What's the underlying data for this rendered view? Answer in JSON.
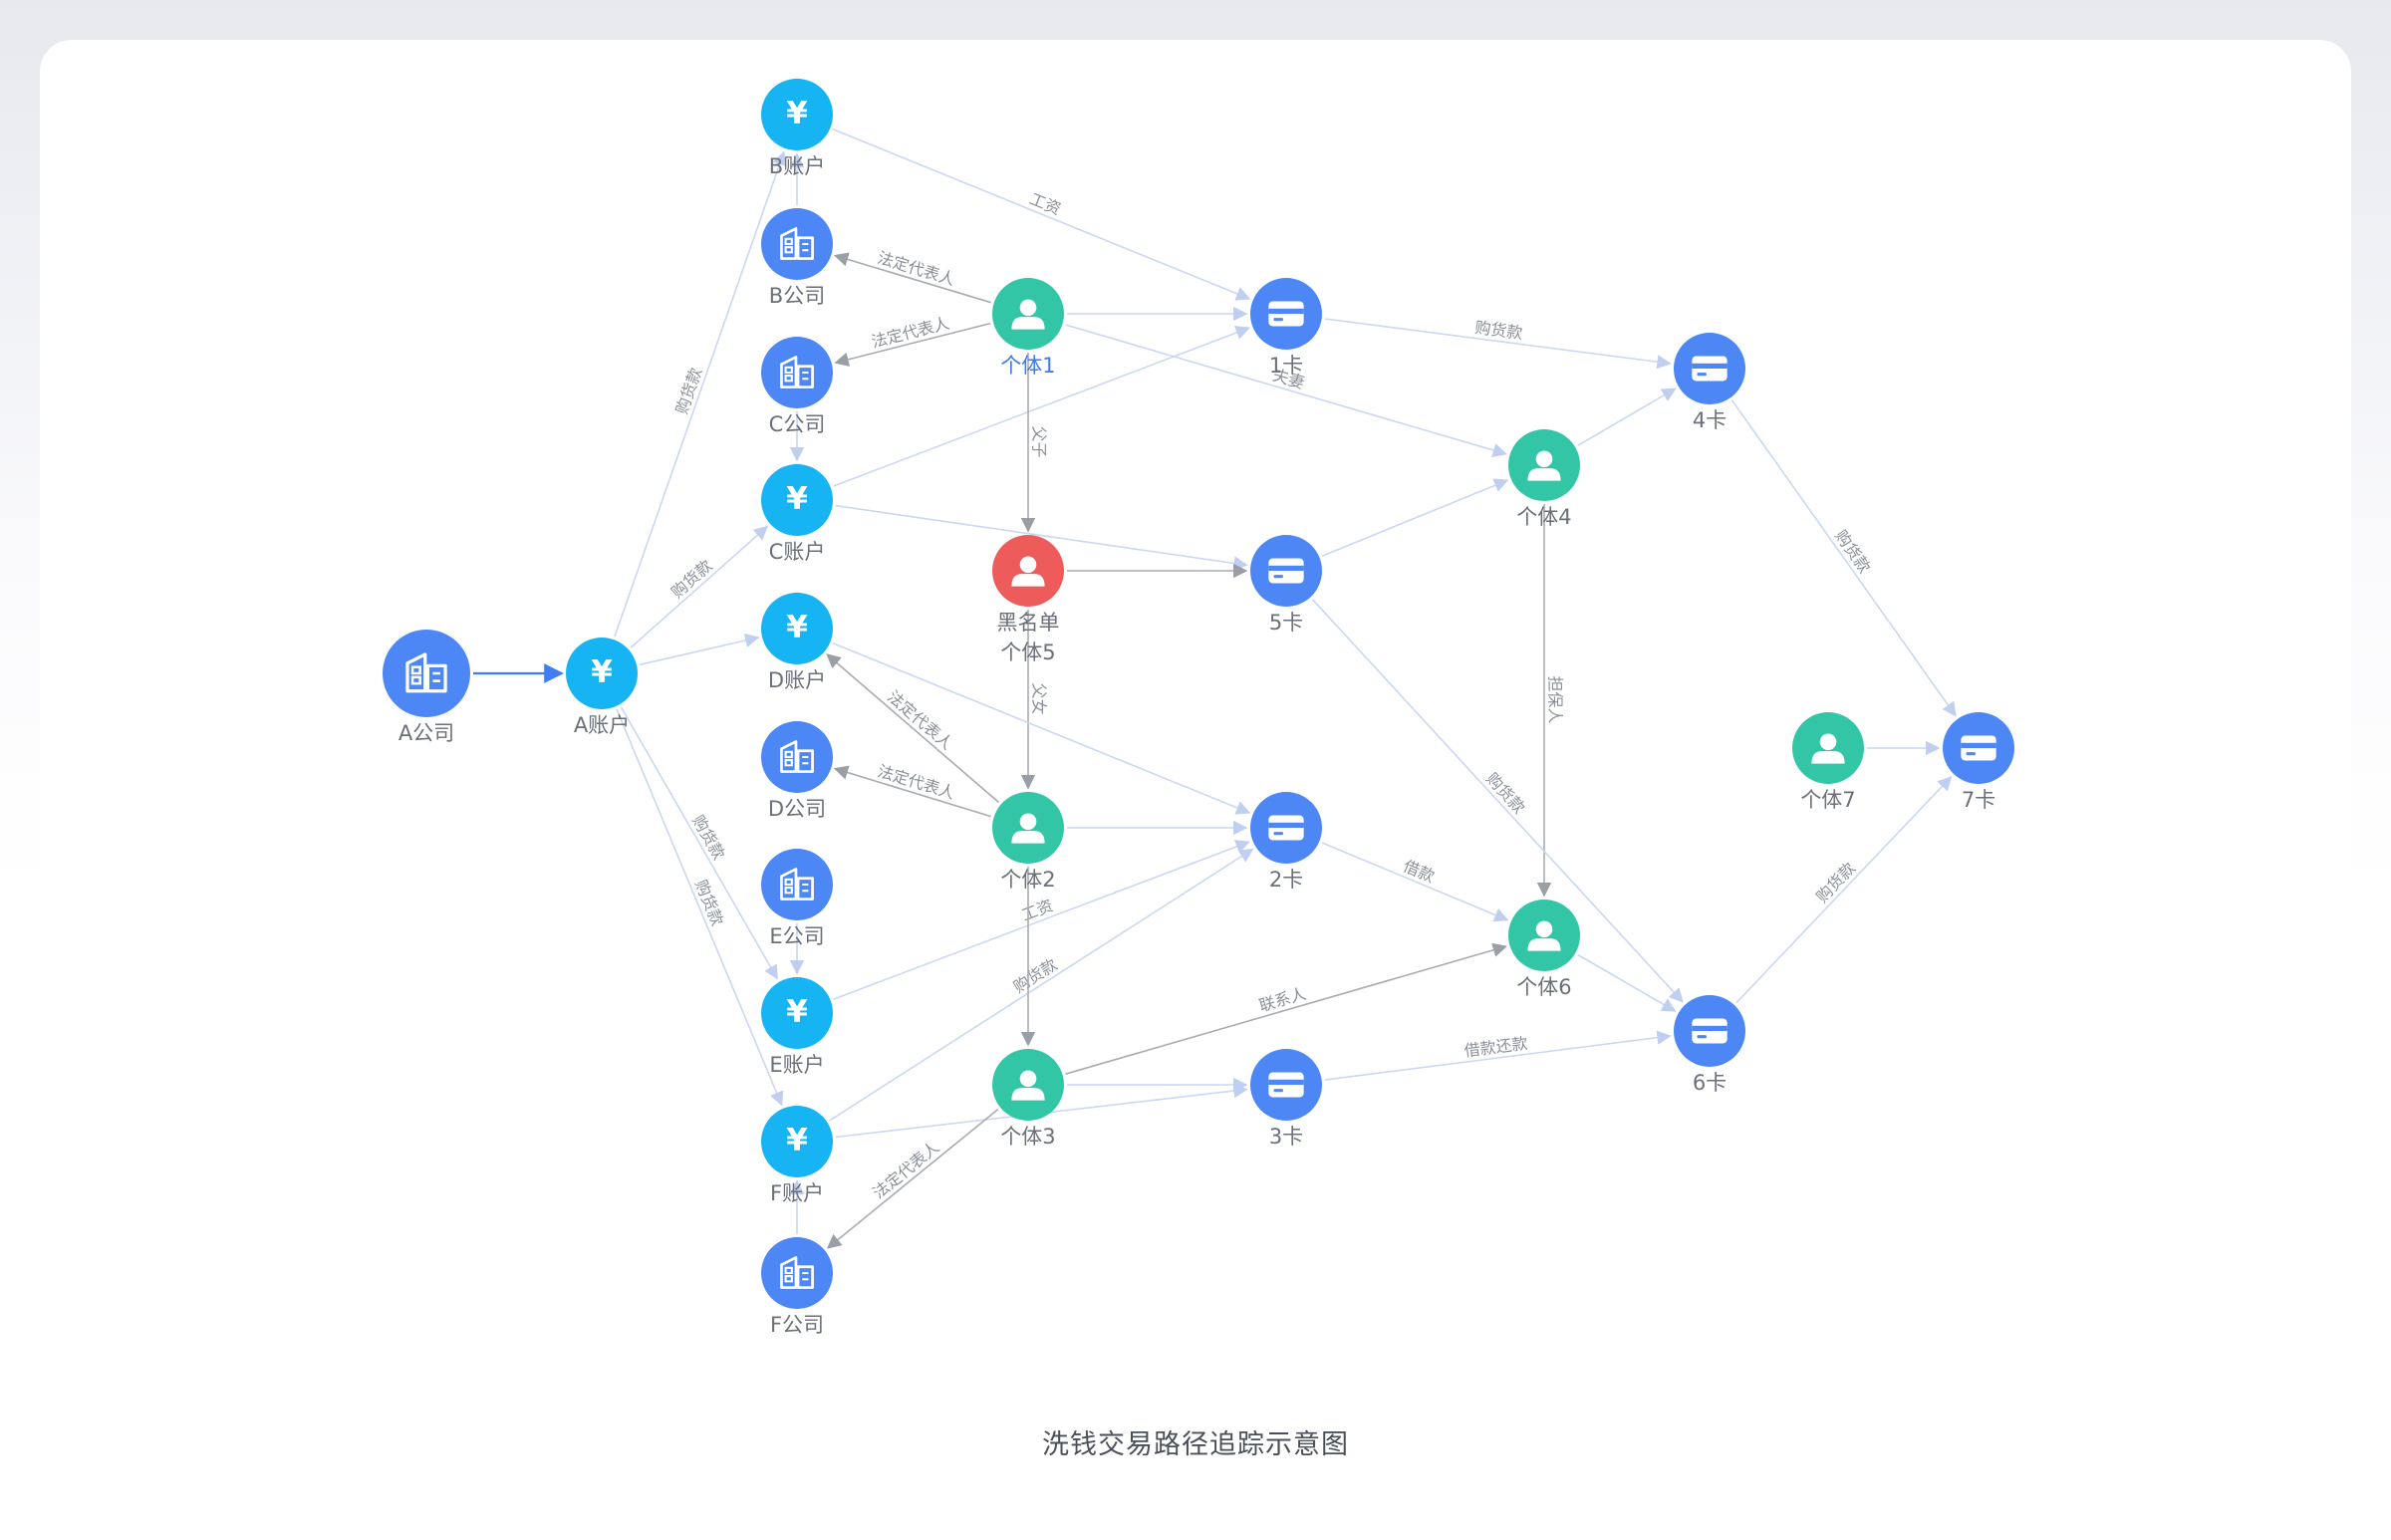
{
  "caption": "洗钱交易路径追踪示意图",
  "colors": {
    "account": "#16b4f2",
    "company": "#4c87f5",
    "card": "#4c87f5",
    "person": "#33c6a6",
    "blacklist": "#ee5b5b",
    "edge_light": "#cad7f3",
    "edge_gray": "#a8abb1",
    "edge_strong": "#3f7ef0"
  },
  "nodes": [
    {
      "id": "A_company",
      "label": "A公司",
      "type": "company",
      "icon": "building-icon"
    },
    {
      "id": "A_account",
      "label": "A账户",
      "type": "account",
      "icon": "yen-icon"
    },
    {
      "id": "B_account",
      "label": "B账户",
      "type": "account",
      "icon": "yen-icon"
    },
    {
      "id": "B_company",
      "label": "B公司",
      "type": "company",
      "icon": "building-icon"
    },
    {
      "id": "C_company",
      "label": "C公司",
      "type": "company",
      "icon": "building-icon"
    },
    {
      "id": "C_account",
      "label": "C账户",
      "type": "account",
      "icon": "yen-icon"
    },
    {
      "id": "D_account",
      "label": "D账户",
      "type": "account",
      "icon": "yen-icon"
    },
    {
      "id": "D_company",
      "label": "D公司",
      "type": "company",
      "icon": "building-icon"
    },
    {
      "id": "E_company",
      "label": "E公司",
      "type": "company",
      "icon": "building-icon"
    },
    {
      "id": "E_account",
      "label": "E账户",
      "type": "account",
      "icon": "yen-icon"
    },
    {
      "id": "F_account",
      "label": "F账户",
      "type": "account",
      "icon": "yen-icon"
    },
    {
      "id": "F_company",
      "label": "F公司",
      "type": "company",
      "icon": "building-icon"
    },
    {
      "id": "p1",
      "label": "个体1",
      "type": "person",
      "icon": "person-icon",
      "highlight": true
    },
    {
      "id": "p5",
      "label": "黑名单",
      "label2": "个体5",
      "type": "blacklist",
      "icon": "person-icon"
    },
    {
      "id": "p2",
      "label": "个体2",
      "type": "person",
      "icon": "person-icon"
    },
    {
      "id": "p3",
      "label": "个体3",
      "type": "person",
      "icon": "person-icon"
    },
    {
      "id": "card1",
      "label": "1卡",
      "type": "card",
      "icon": "card-icon"
    },
    {
      "id": "card5",
      "label": "5卡",
      "type": "card",
      "icon": "card-icon"
    },
    {
      "id": "card2",
      "label": "2卡",
      "type": "card",
      "icon": "card-icon"
    },
    {
      "id": "card3",
      "label": "3卡",
      "type": "card",
      "icon": "card-icon"
    },
    {
      "id": "p4",
      "label": "个体4",
      "type": "person",
      "icon": "person-icon"
    },
    {
      "id": "p6",
      "label": "个体6",
      "type": "person",
      "icon": "person-icon"
    },
    {
      "id": "card4",
      "label": "4卡",
      "type": "card",
      "icon": "card-icon"
    },
    {
      "id": "card6",
      "label": "6卡",
      "type": "card",
      "icon": "card-icon"
    },
    {
      "id": "p7",
      "label": "个体7",
      "type": "person",
      "icon": "person-icon"
    },
    {
      "id": "card7",
      "label": "7卡",
      "type": "card",
      "icon": "card-icon"
    }
  ],
  "edges": [
    {
      "from": "A_company",
      "to": "A_account",
      "label": "",
      "style": "strong"
    },
    {
      "from": "A_account",
      "to": "B_account",
      "label": "购货款",
      "style": "light"
    },
    {
      "from": "A_account",
      "to": "C_account",
      "label": "购货款",
      "style": "light"
    },
    {
      "from": "A_account",
      "to": "D_account",
      "label": "",
      "style": "light"
    },
    {
      "from": "A_account",
      "to": "E_account",
      "label": "购货款",
      "style": "light"
    },
    {
      "from": "A_account",
      "to": "F_account",
      "label": "购货款",
      "style": "light"
    },
    {
      "from": "B_company",
      "to": "B_account",
      "label": "",
      "style": "light"
    },
    {
      "from": "C_company",
      "to": "C_account",
      "label": "",
      "style": "light"
    },
    {
      "from": "E_company",
      "to": "E_account",
      "label": "",
      "style": "light"
    },
    {
      "from": "F_company",
      "to": "F_account",
      "label": "",
      "style": "light"
    },
    {
      "from": "B_account",
      "to": "card1",
      "label": "工资",
      "style": "light"
    },
    {
      "from": "p1",
      "to": "B_company",
      "label": "法定代表人",
      "style": "gray"
    },
    {
      "from": "p1",
      "to": "C_company",
      "label": "法定代表人",
      "style": "gray"
    },
    {
      "from": "C_account",
      "to": "card1",
      "label": "",
      "style": "light"
    },
    {
      "from": "C_account",
      "to": "card5",
      "label": "",
      "style": "light"
    },
    {
      "from": "p1",
      "to": "card1",
      "label": "",
      "style": "light"
    },
    {
      "from": "p1",
      "to": "p4",
      "label": "夫妻",
      "style": "light"
    },
    {
      "from": "p1",
      "to": "p5",
      "label": "父子",
      "style": "gray"
    },
    {
      "from": "p5",
      "to": "card5",
      "label": "",
      "style": "gray"
    },
    {
      "from": "p5",
      "to": "p2",
      "label": "父女",
      "style": "gray"
    },
    {
      "from": "p2",
      "to": "D_account",
      "label": "法定代表人",
      "style": "gray"
    },
    {
      "from": "p2",
      "to": "D_company",
      "label": "法定代表人",
      "style": "gray"
    },
    {
      "from": "D_account",
      "to": "card2",
      "label": "",
      "style": "light"
    },
    {
      "from": "p2",
      "to": "card2",
      "label": "",
      "style": "light"
    },
    {
      "from": "E_account",
      "to": "card2",
      "label": "工资",
      "style": "light"
    },
    {
      "from": "F_account",
      "to": "card2",
      "label": "购货款",
      "style": "light"
    },
    {
      "from": "F_account",
      "to": "card3",
      "label": "",
      "style": "light"
    },
    {
      "from": "p2",
      "to": "p3",
      "label": "",
      "style": "gray"
    },
    {
      "from": "p3",
      "to": "card3",
      "label": "",
      "style": "light"
    },
    {
      "from": "p3",
      "to": "F_company",
      "label": "法定代表人",
      "style": "gray"
    },
    {
      "from": "p3",
      "to": "p6",
      "label": "联系人",
      "style": "gray"
    },
    {
      "from": "card1",
      "to": "card4",
      "label": "购货款",
      "style": "light"
    },
    {
      "from": "card5",
      "to": "p4",
      "label": "",
      "style": "light"
    },
    {
      "from": "p4",
      "to": "card4",
      "label": "",
      "style": "light"
    },
    {
      "from": "p4",
      "to": "p6",
      "label": "担保人",
      "style": "gray"
    },
    {
      "from": "card5",
      "to": "card6",
      "label": "购货款",
      "style": "light"
    },
    {
      "from": "card2",
      "to": "p6",
      "label": "借款",
      "style": "light"
    },
    {
      "from": "p6",
      "to": "card6",
      "label": "",
      "style": "light"
    },
    {
      "from": "card3",
      "to": "card6",
      "label": "借款还款",
      "style": "light"
    },
    {
      "from": "card4",
      "to": "card7",
      "label": "购货款",
      "style": "light"
    },
    {
      "from": "card6",
      "to": "card7",
      "label": "购货款",
      "style": "light"
    },
    {
      "from": "p7",
      "to": "card7",
      "label": "",
      "style": "light"
    }
  ]
}
